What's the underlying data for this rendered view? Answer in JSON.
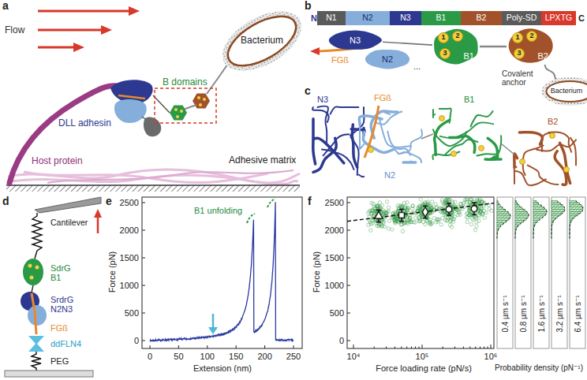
{
  "diagram": {
    "nodes": [
      {
        "text": [
          "Bacterium"
        ]
      },
      {
        "text": [
          "N1"
        ]
      },
      {
        "text": [
          "N2"
        ]
      },
      {
        "text": [
          "N3"
        ]
      },
      {
        "text": [
          "B1"
        ]
      },
      {
        "text": [
          "B2"
        ]
      },
      {
        "text": [
          "Poly-SD"
        ]
      },
      {
        "text": [
          "LPXTG"
        ]
      },
      {
        "text": [
          "N3"
        ]
      },
      {
        "text": [
          "N2"
        ]
      },
      {
        "text": [
          "B1"
        ]
      },
      {
        "text": [
          "1"
        ],
        "in": 10
      },
      {
        "text": [
          "2"
        ],
        "in": 10
      },
      {
        "text": [
          "3"
        ],
        "in": 10
      },
      {
        "text": [
          "B2"
        ]
      },
      {
        "text": [
          "1"
        ],
        "in": 14
      },
      {
        "text": [
          "2"
        ],
        "in": 14
      },
      {
        "text": [
          "3"
        ],
        "in": 14
      },
      {
        "text": [
          "Bacterium"
        ]
      }
    ],
    "edges": [
      {
        "from": 8,
        "to": 10,
        "arrow": "none"
      },
      {
        "from": 10,
        "to": 14,
        "arrow": "none"
      },
      {
        "from": 14,
        "to": 18,
        "arrow": "to",
        "label": "Covalent anchor"
      }
    ],
    "labels": [
      "a",
      "Flow",
      "B domains",
      "DLL adhesin",
      "Host protein",
      "Adhesive matrix",
      "b",
      "N",
      "C",
      "FGß",
      "...",
      "c",
      "N3",
      "FGß",
      "N2",
      "B1",
      "B2",
      "d",
      "Cantilever",
      "SdrG B1",
      "SrdrG N2N3",
      "FGß",
      "ddFLN4",
      "PEG",
      "e",
      "2500",
      "2000",
      "1500",
      "1000",
      "500",
      "0",
      "Force (pN)",
      "B1 unfolding",
      "0",
      "50",
      "100",
      "150",
      "200",
      "250",
      "Extension (nm)",
      "f",
      "Force (pN)",
      "2500",
      "2000",
      "1500",
      "1000",
      "500",
      "0",
      "10⁴",
      "10⁵",
      "10⁶",
      "Force loading rate (pN/s)",
      "0.4 µm s⁻¹",
      "0.8 µm s⁻¹",
      "1.6 µm s⁻¹",
      "3.2 µm s⁻¹",
      "6.4 µm s⁻¹",
      "Probability density (pN⁻¹)"
    ]
  }
}
